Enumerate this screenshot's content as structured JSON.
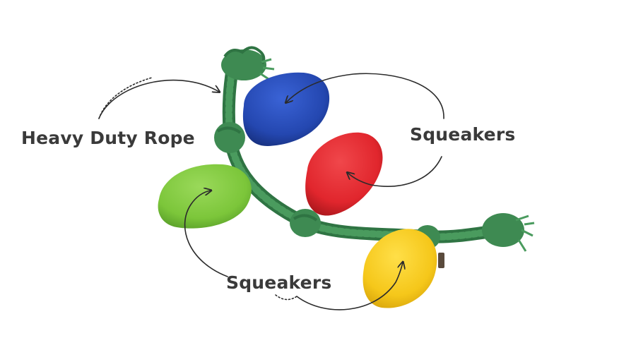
{
  "callouts": {
    "rope": "Heavy Duty Rope",
    "squeakers_right": "Squeakers",
    "squeakers_bottom": "Squeakers"
  },
  "colors": {
    "background": "#ffffff",
    "text": "#3a3a3a",
    "rope": "#3e8a52",
    "blue_bulb": "#2447b0",
    "red_bulb": "#e1262d",
    "green_bulb": "#7cc63a",
    "yellow_bulb": "#f5c71a",
    "arrow": "#2b2b2b"
  },
  "icons": [
    "arrow-curve-icon",
    "rope-knot-icon",
    "light-bulb-plush-icon"
  ]
}
